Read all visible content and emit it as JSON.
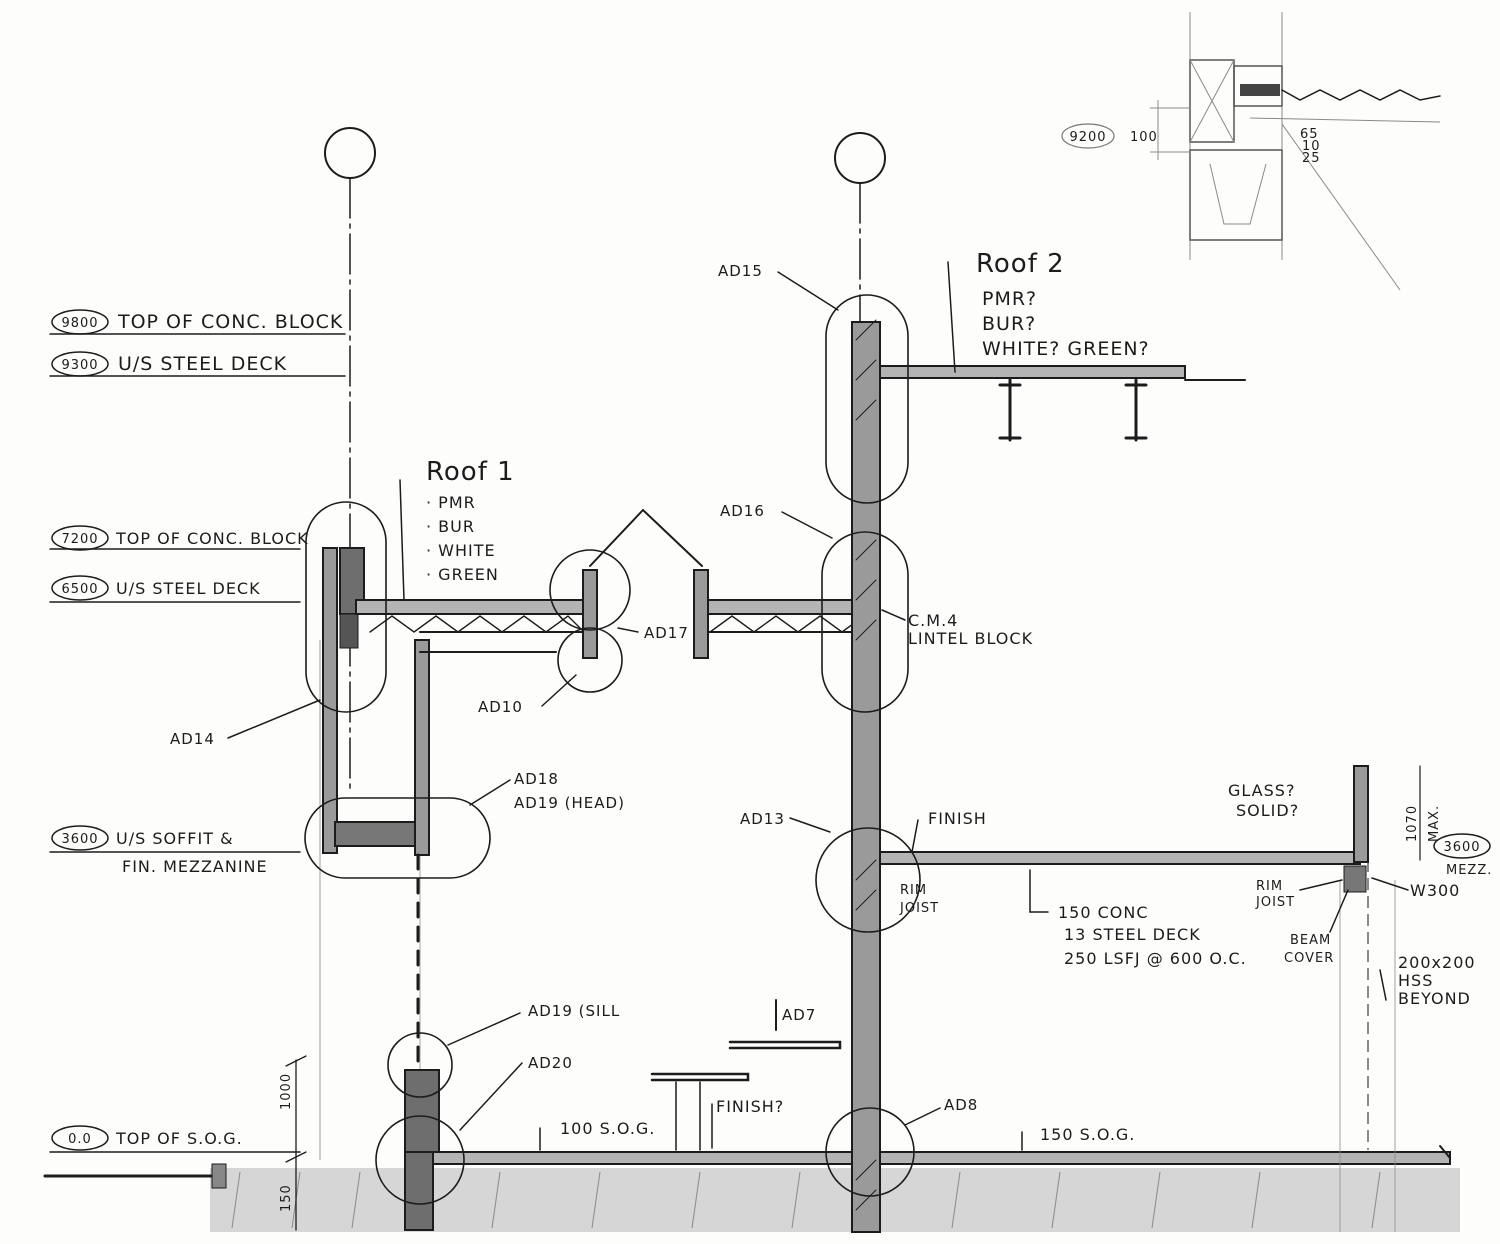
{
  "levels": [
    {
      "value": "9800",
      "label": "TOP OF CONC. BLOCK"
    },
    {
      "value": "9300",
      "label": "U/S STEEL DECK"
    },
    {
      "value": "7200",
      "label": "TOP OF CONC. BLOCK"
    },
    {
      "value": "6500",
      "label": "U/S STEEL DECK"
    },
    {
      "value": "3600",
      "label": "U/S SOFFIT &",
      "label2": "FIN. MEZZANINE"
    },
    {
      "value": "0.0",
      "label": "TOP OF S.O.G."
    }
  ],
  "roofs": {
    "roof1": {
      "title": "Roof 1",
      "options": [
        "· PMR",
        "· BUR",
        "· WHITE",
        "· GREEN"
      ]
    },
    "roof2": {
      "title": "Roof 2",
      "options": [
        "PMR?",
        "BUR?",
        "WHITE? GREEN?"
      ]
    }
  },
  "detail_tags": {
    "ad7": "AD7",
    "ad8": "AD8",
    "ad10": "AD10",
    "ad13": "AD13",
    "ad14": "AD14",
    "ad15": "AD15",
    "ad16": "AD16",
    "ad17": "AD17",
    "ad18": "AD18",
    "ad19_head": "AD19 (HEAD)",
    "ad19_sill": "AD19 (SILL",
    "ad20": "AD20"
  },
  "notes": {
    "cm4_line1": "C.M.4",
    "cm4_line2": "LINTEL BLOCK",
    "finish": "FINISH",
    "finish_q": "FINISH?",
    "rim_joist": "RIM",
    "rim_joist2": "JOIST",
    "rim_joist_r": "RIM",
    "rim_joist_r2": "JOIST",
    "beam_cover": "BEAM",
    "beam_cover2": "COVER",
    "w_beam": "W300",
    "floor_line1": "150 CONC",
    "floor_line2": "13 STEEL DECK",
    "floor_line3": "250 LSFJ @ 600 O.C.",
    "glass_q1": "GLASS?",
    "glass_q2": "SOLID?",
    "hss1": "200x200",
    "hss2": "HSS",
    "hss3": "BEYOND",
    "mezz_value": "3600",
    "mezz_label": "MEZZ.",
    "guard_dim": "1070",
    "guard_max": "MAX.",
    "sog100": "100 S.O.G.",
    "sog150": "150 S.O.G."
  },
  "dimensions": {
    "d1000": "1000",
    "d150": "150"
  },
  "inset": {
    "level": "9200",
    "dim": "100",
    "d65": "65",
    "d10": "10",
    "d25": "25"
  }
}
